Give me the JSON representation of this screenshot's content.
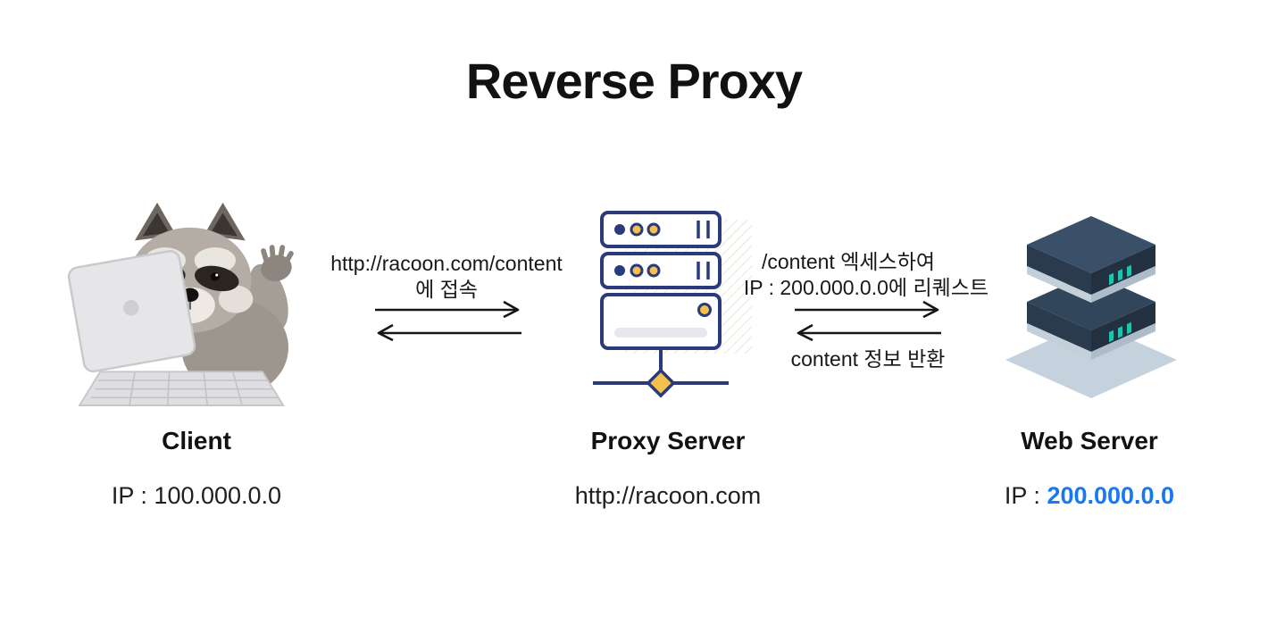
{
  "title": "Reverse Proxy",
  "nodes": {
    "client": {
      "label": "Client",
      "ip": "IP : 100.000.0.0"
    },
    "proxy": {
      "label": "Proxy Server",
      "url": "http://racoon.com"
    },
    "web_server": {
      "label": "Web Server",
      "ip_prefix": "IP : ",
      "ip_value": "200.000.0.0"
    }
  },
  "flows": {
    "client_to_proxy": {
      "request_line1": "http://racoon.com/content",
      "request_line2": "에 접속"
    },
    "proxy_to_web": {
      "request_line1": "/content 엑세스하여",
      "request_line2": "IP : 200.000.0.0에 리퀘스트",
      "response_label": "content 정보 반환"
    }
  },
  "icons": {
    "client": "raccoon-with-laptop",
    "proxy": "server-rack-outline",
    "web_server": "isometric-server-stack"
  },
  "colors": {
    "ip_highlight": "#1778F2",
    "server_navy": "#2B3A7A",
    "accent_yellow": "#F4C04E",
    "web_dark": "#32465B",
    "web_teal": "#1FC3AE"
  }
}
